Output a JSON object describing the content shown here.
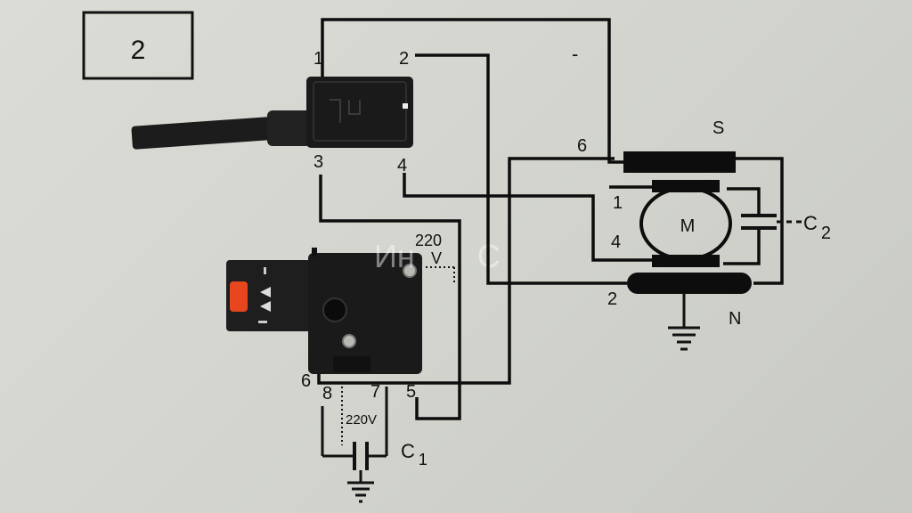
{
  "diagram": {
    "figure_number": "2",
    "watermark": "Ин       С",
    "reverser_terminals": {
      "t1": "1",
      "t2": "2",
      "t3": "3",
      "t4": "4"
    },
    "trigger_terminals": {
      "t5": "5",
      "t6": "6",
      "t7": "7",
      "t8": "8"
    },
    "trigger_voltage": {
      "line1": "220",
      "line2": "V"
    },
    "supply_voltage": "220V",
    "capacitor_c1": {
      "letter": "C",
      "sub": "1"
    },
    "capacitor_c2": {
      "letter": "C",
      "sub": "2"
    },
    "motor": {
      "label": "M",
      "brush_labels": {
        "b1": "1",
        "b4": "4"
      },
      "field_labels": {
        "f6": "6",
        "f2": "2"
      },
      "pole_s": "S",
      "pole_n": "N",
      "minus_mark": "-"
    },
    "colors": {
      "wire": "#0d0d0d",
      "device_body": "#1a1a1a",
      "trigger_tab": "#e8461f",
      "background": "#d4d5d0"
    }
  }
}
